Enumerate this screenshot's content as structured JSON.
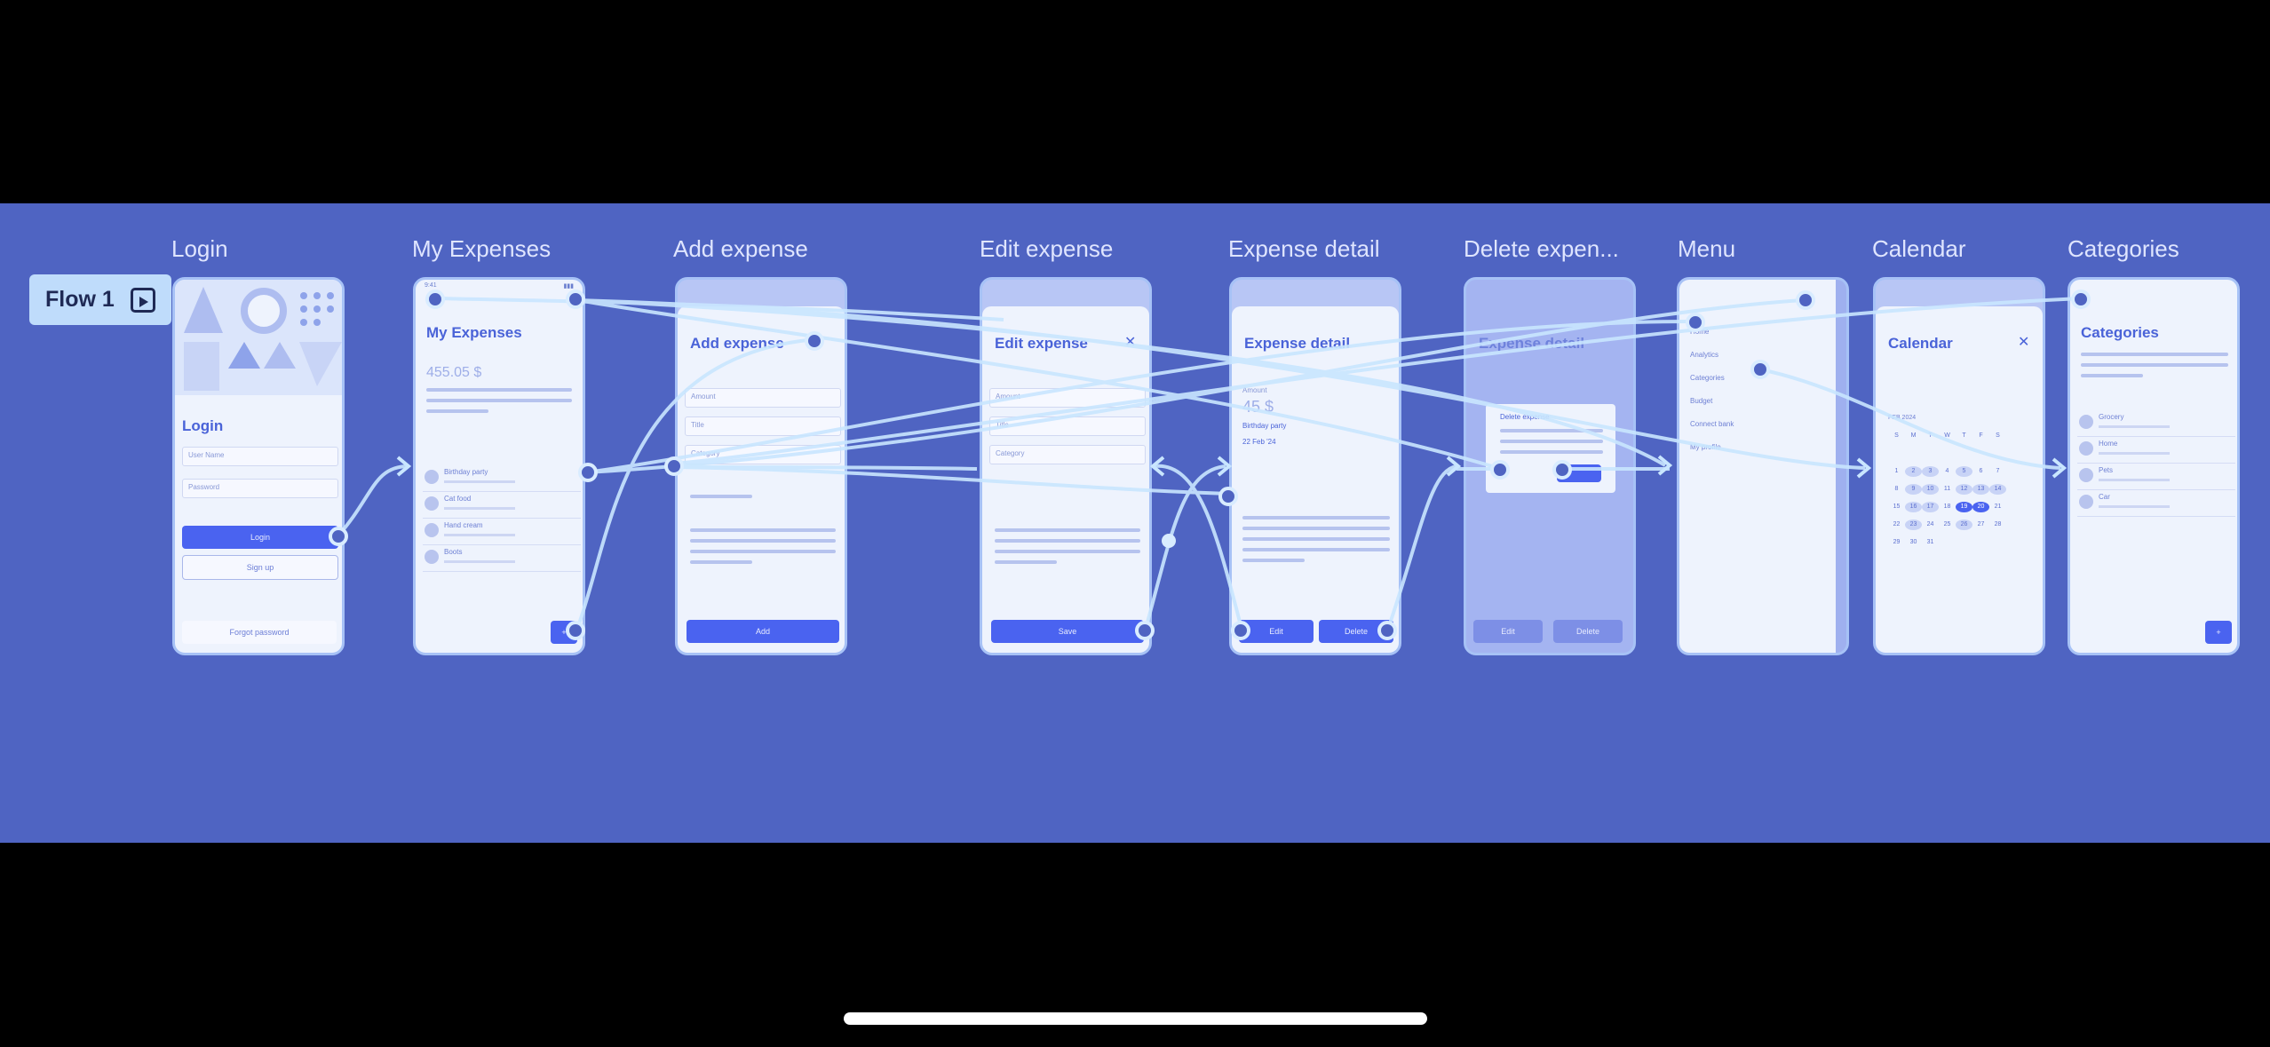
{
  "flow": {
    "label": "Flow 1",
    "icon": "play-frame-icon"
  },
  "frames": {
    "login": {
      "title": "Login",
      "heading": "Login",
      "username_placeholder": "User Name",
      "password_placeholder": "Password",
      "login_button": "Login",
      "signup_button": "Sign up",
      "forgot": "Forgot password"
    },
    "my_expenses": {
      "title": "My Expenses",
      "heading": "My Expenses",
      "amount": "455.05 $",
      "items": [
        "Birthday party",
        "Cat food",
        "Hand cream",
        "Boots"
      ]
    },
    "add_expense": {
      "title": "Add expense",
      "heading": "Add expense",
      "fields": [
        "Amount",
        "Title",
        "Category"
      ],
      "button": "Add"
    },
    "edit_expense": {
      "title": "Edit expense",
      "heading": "Edit expense",
      "fields": [
        "Amount",
        "Title",
        "Category"
      ],
      "button": "Save"
    },
    "expense_detail": {
      "title": "Expense detail",
      "heading": "Expense detail",
      "label": "Amount",
      "amount": "45 $",
      "name": "Birthday party",
      "date": "22 Feb '24",
      "edit": "Edit",
      "delete": "Delete"
    },
    "delete_expense": {
      "title": "Delete expen...",
      "heading": "Expense detail",
      "dialog_title": "Delete expense",
      "edit": "Edit",
      "delete": "Delete"
    },
    "menu": {
      "title": "Menu",
      "items": [
        "Home",
        "Analytics",
        "Categories",
        "Budget",
        "Connect bank",
        "My profile"
      ]
    },
    "calendar": {
      "title": "Calendar",
      "heading": "Calendar",
      "month": "FEB 2024",
      "weekdays": [
        "S",
        "M",
        "T",
        "W",
        "T",
        "F",
        "S"
      ],
      "days": [
        "",
        "",
        "",
        "",
        "",
        "",
        "",
        "1",
        "2",
        "3",
        "4",
        "5",
        "6",
        "7",
        "8",
        "9",
        "10",
        "11",
        "12",
        "13",
        "14",
        "15",
        "16",
        "17",
        "18",
        "19",
        "20",
        "21",
        "22",
        "23",
        "24",
        "25",
        "26",
        "27",
        "28",
        "29",
        "30",
        "31"
      ]
    },
    "categories": {
      "title": "Categories",
      "heading": "Categories",
      "items": [
        "Grocery",
        "Home",
        "Pets",
        "Car"
      ]
    }
  }
}
